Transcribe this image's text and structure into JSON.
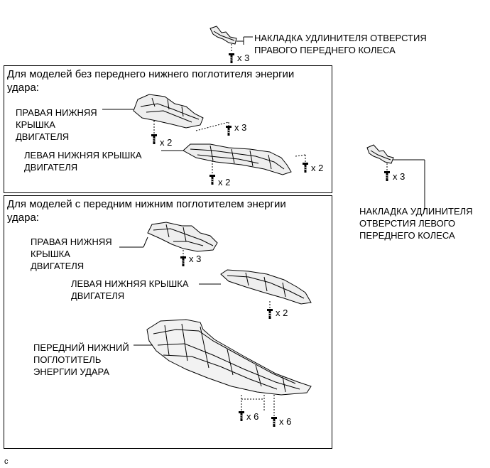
{
  "labels": {
    "right_extension_cover": "НАКЛАДКА УДЛИНИТЕЛЯ ОТВЕРСТИЯ\nПРАВОГО ПЕРЕДНЕГО КОЛЕСА",
    "left_extension_cover": "НАКЛАДКА УДЛИНИТЕЛЯ\nОТВЕРСТИЯ ЛЕВОГО\nПЕРЕДНЕГО КОЛЕСА",
    "footer_code": "C"
  },
  "box1": {
    "heading": "Для моделей без переднего нижнего поглотителя энергии\nудара:",
    "right_lower_cover": "ПРАВАЯ НИЖНЯЯ\nКРЫШКА\nДВИГАТЕЛЯ",
    "left_lower_cover": "ЛЕВАЯ НИЖНЯЯ КРЫШКА\nДВИГАТЕЛЯ"
  },
  "box2": {
    "heading": "Для моделей с передним нижним поглотителем энергии\nудара:",
    "right_lower_cover": "ПРАВАЯ НИЖНЯЯ\nКРЫШКА\nДВИГАТЕЛЯ",
    "left_lower_cover": "ЛЕВАЯ НИЖНЯЯ КРЫШКА\nДВИГАТЕЛЯ",
    "front_absorber": "ПЕРЕДНИЙ НИЖНИЙ\nПОГЛОТИТЕЛЬ\nЭНЕРГИИ УДАРА"
  },
  "counts": {
    "right_ext_screws": "x 3",
    "left_ext_screws": "x 3",
    "b1_right_cover_screws_a": "x 2",
    "b1_right_cover_screws_b": "x 3",
    "b1_left_cover_screws_a": "x 2",
    "b1_left_cover_screws_b": "x 2",
    "b2_right_cover_screws": "x 3",
    "b2_left_cover_screws": "x 2",
    "b2_absorber_screws_a": "x 6",
    "b2_absorber_screws_b": "x 6"
  }
}
